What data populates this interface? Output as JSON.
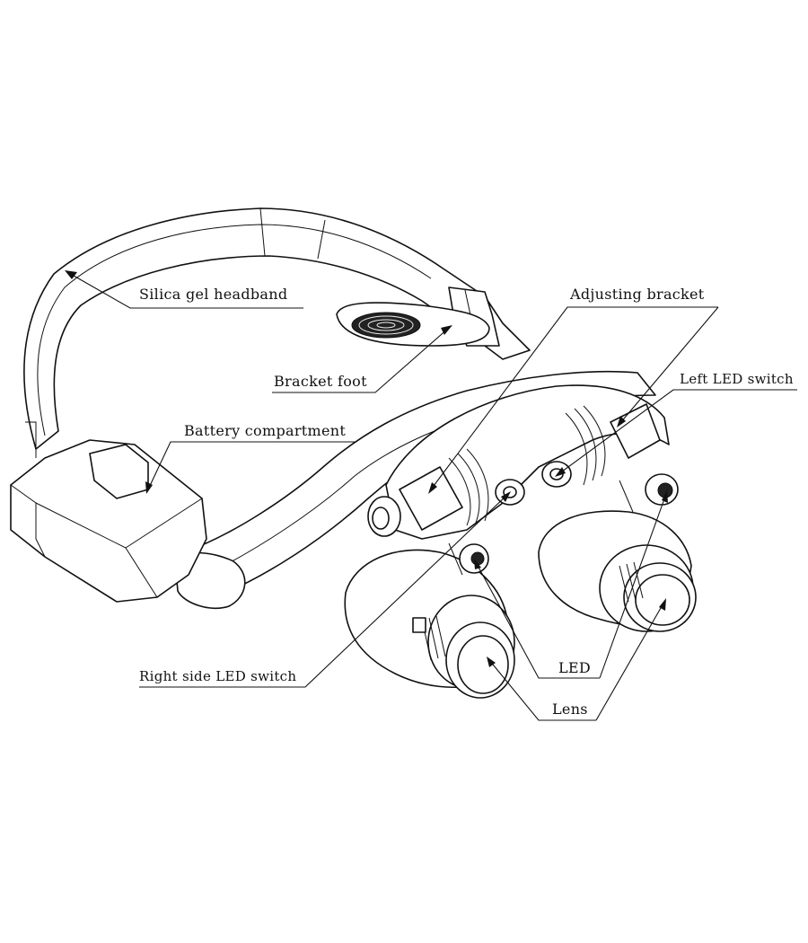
{
  "labels": {
    "silica_gel_headband": "Silica gel headband",
    "adjusting_bracket": "Adjusting bracket",
    "bracket_foot": "Bracket foot",
    "left_led_switch": "Left LED switch",
    "battery_compartment": "Battery compartment",
    "right_side_led_switch": "Right side LED switch",
    "led": "LED",
    "lens": "Lens"
  }
}
